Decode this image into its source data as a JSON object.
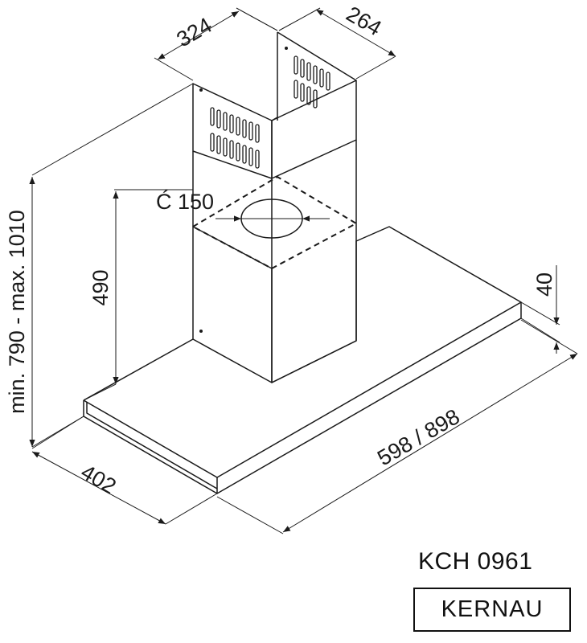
{
  "diagram": {
    "dimensions": {
      "chimney_width": "324",
      "chimney_depth": "264",
      "duct_diameter": "Ć 150",
      "chimney_height": "490",
      "total_height": "min. 790 - max. 1010",
      "canopy_thickness": "40",
      "hood_width": "598 / 898",
      "hood_depth": "402"
    },
    "model": "KCH 0961",
    "brand": "KERNAU"
  },
  "colors": {
    "line": "#1a1a1a",
    "background": "#ffffff"
  },
  "icons": {
    "duct": "duct-outlet-icon",
    "arrow": "dimension-arrow-icon"
  }
}
